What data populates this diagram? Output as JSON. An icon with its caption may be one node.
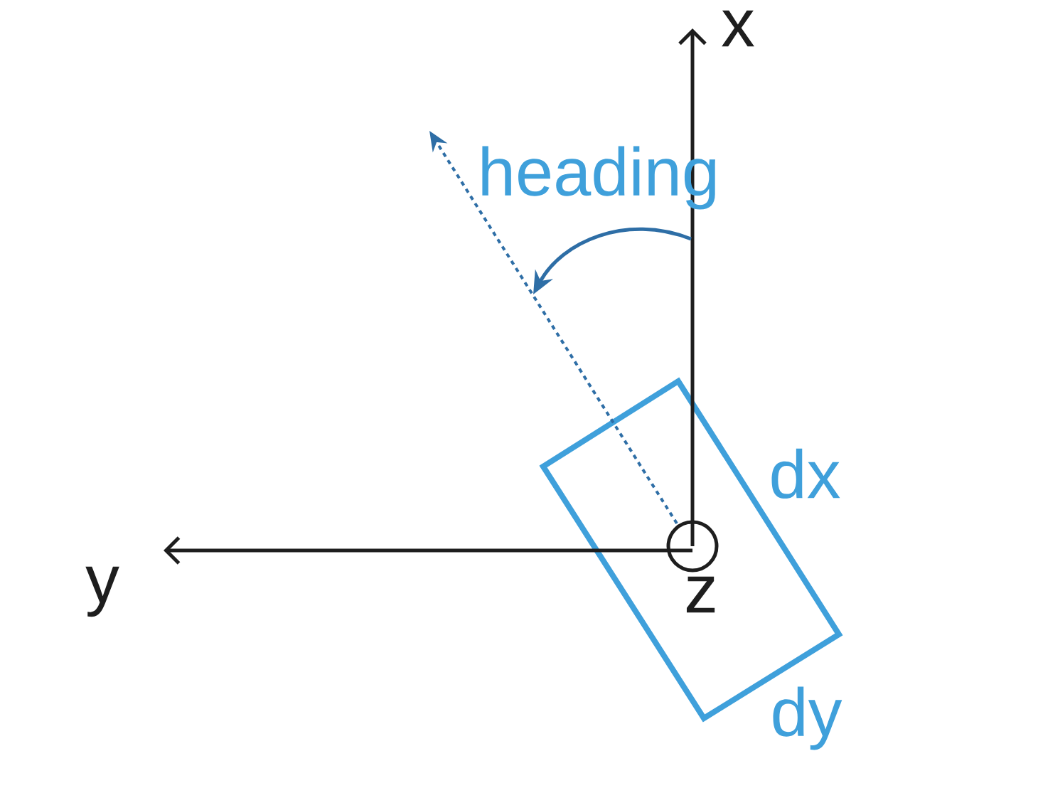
{
  "diagram": {
    "labels": [
      "x",
      "heading",
      "dx",
      "y",
      "z",
      "dy"
    ]
  }
}
